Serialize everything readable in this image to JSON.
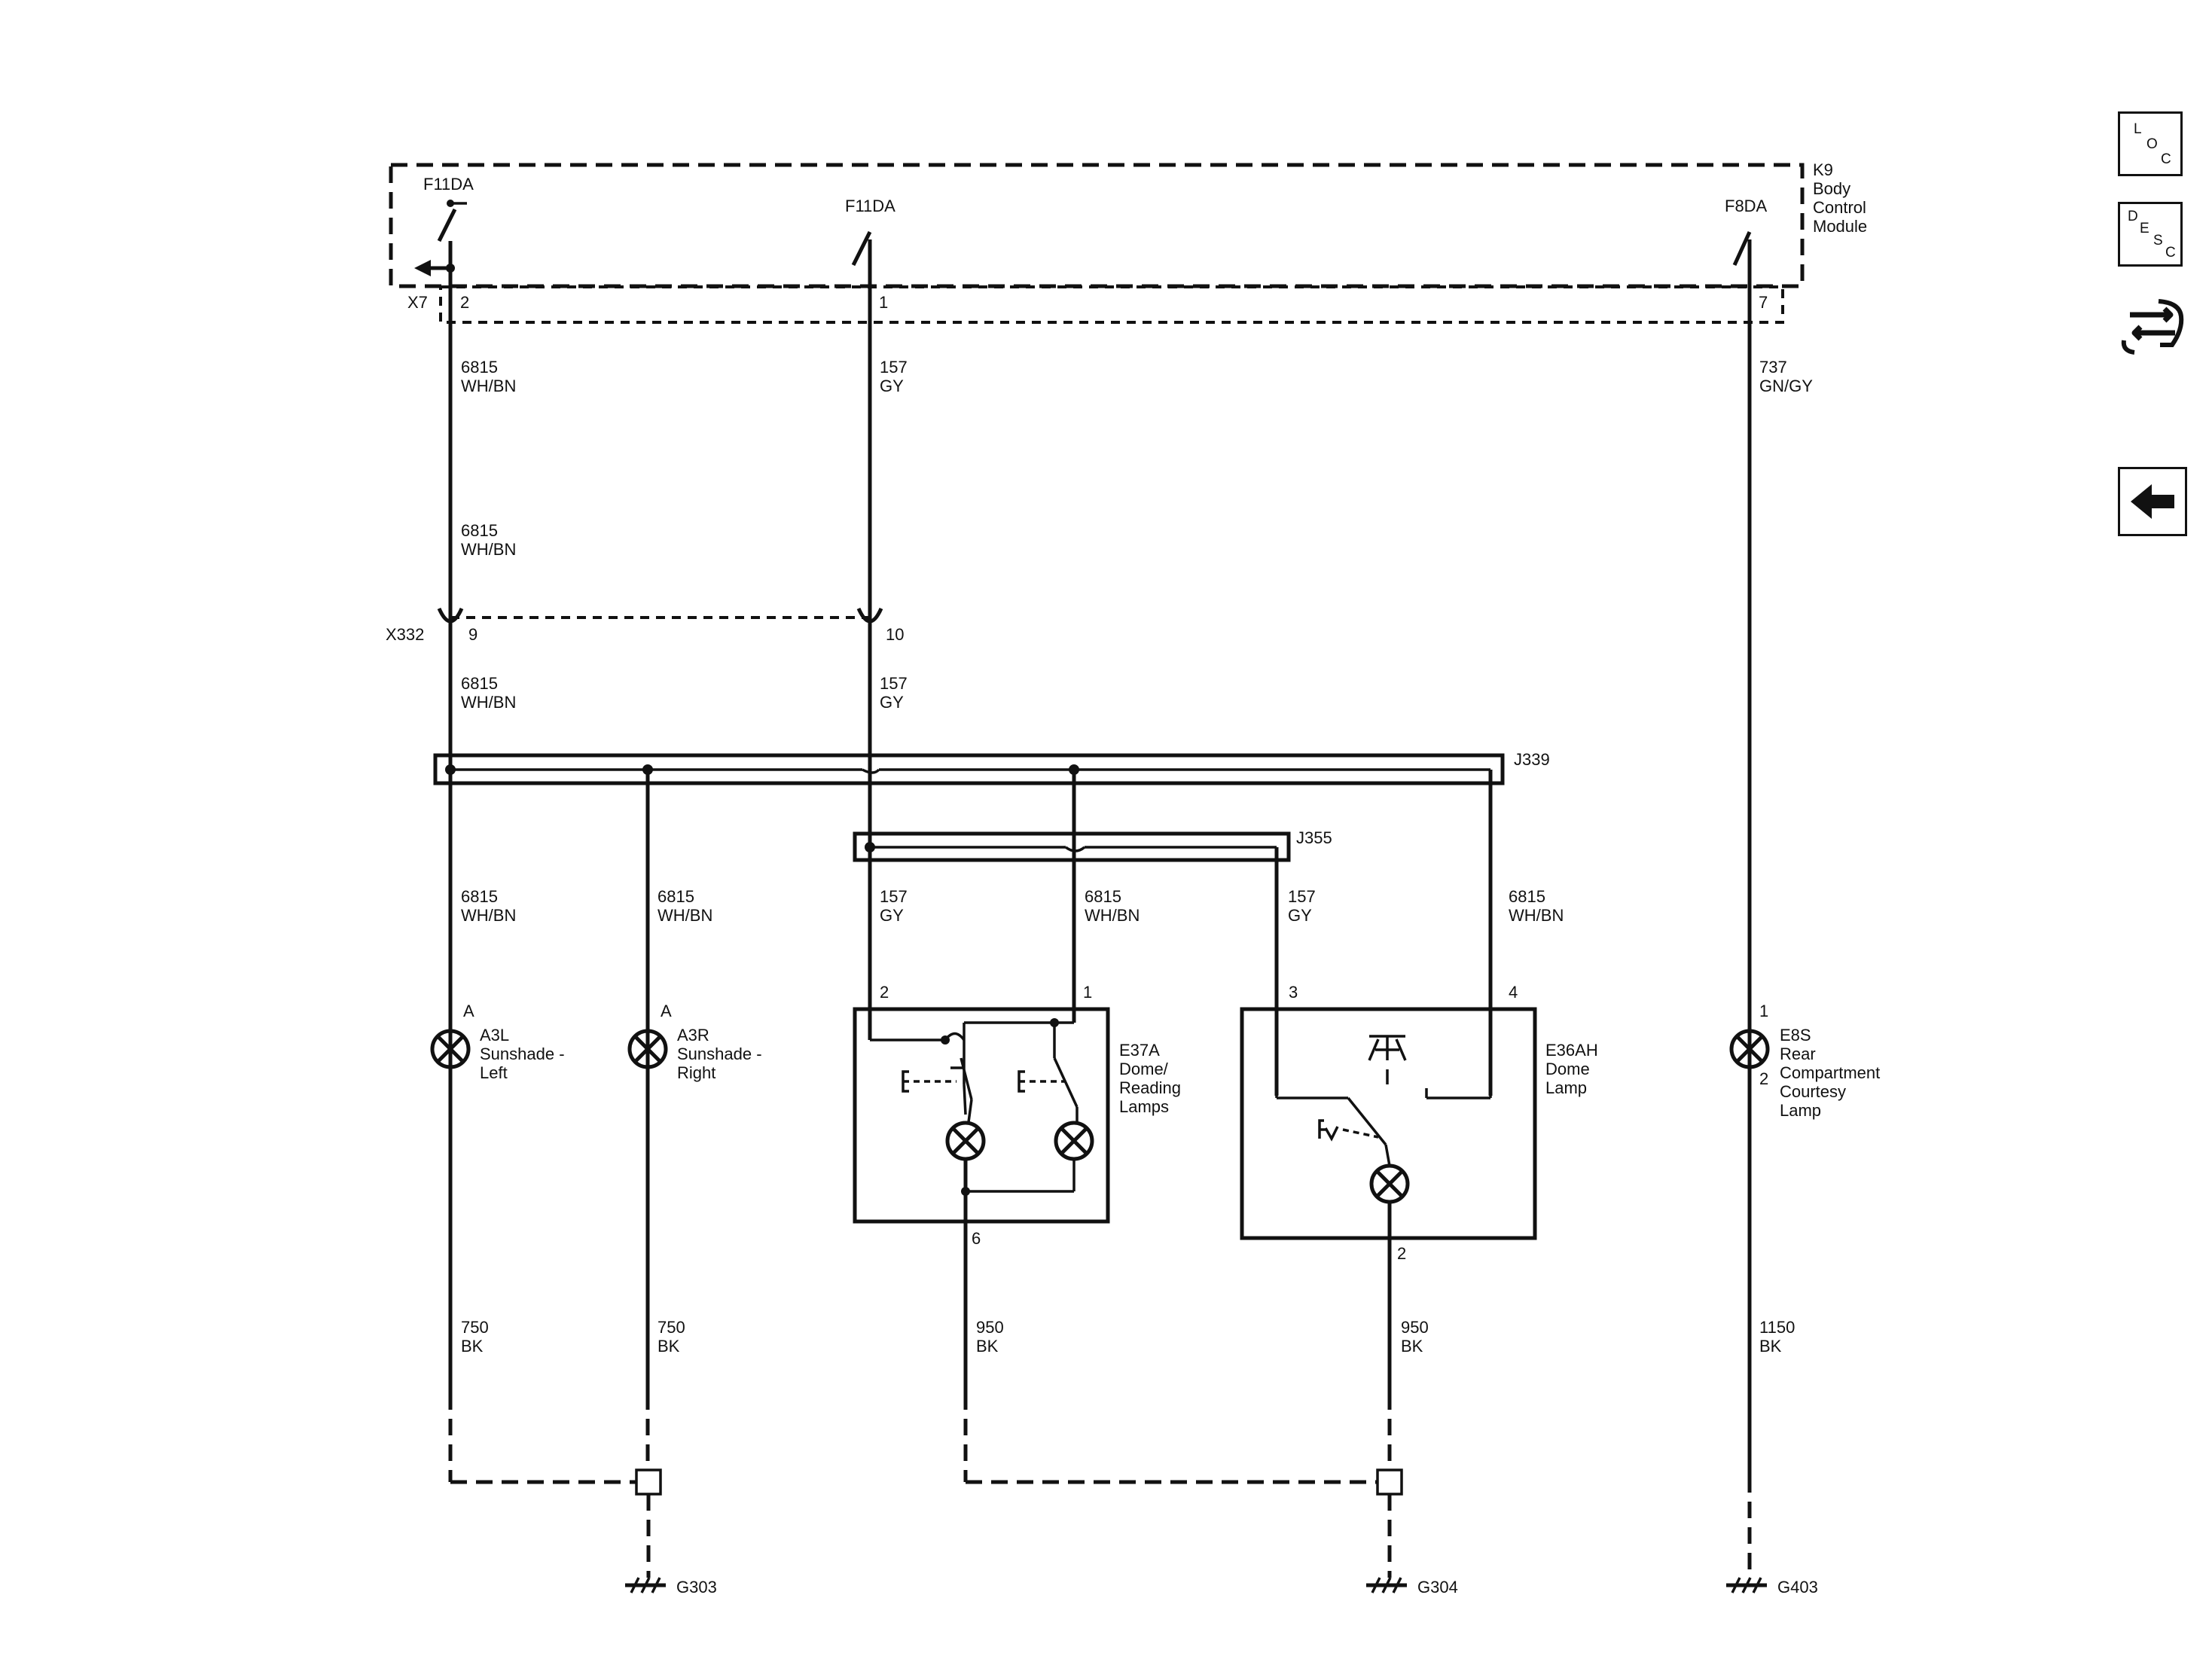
{
  "module": {
    "id": "K9",
    "name_lines": [
      "Body",
      "Control",
      "Module"
    ]
  },
  "fuses": [
    "F11DA",
    "F11DA",
    "F8DA"
  ],
  "connectors": {
    "x7": "X7",
    "x332": "X332"
  },
  "pins": {
    "x7_a": "2",
    "x7_b": "1",
    "x7_c": "7",
    "x332_a": "9",
    "x332_b": "10",
    "e37a_p2": "2",
    "e37a_p1": "1",
    "e37a_p6": "6",
    "e36ah_p3": "3",
    "e36ah_p4": "4",
    "e36ah_p2": "2",
    "a3l_p": "A",
    "a3r_p": "A",
    "e8s_p1": "1",
    "e8s_p2": "2"
  },
  "wires": {
    "w6815": {
      "circuit": "6815",
      "color": "WH/BN"
    },
    "w157": {
      "circuit": "157",
      "color": "GY"
    },
    "w737": {
      "circuit": "737",
      "color": "GN/GY"
    },
    "w750": {
      "circuit": "750",
      "color": "BK"
    },
    "w950": {
      "circuit": "950",
      "color": "BK"
    },
    "w1150": {
      "circuit": "1150",
      "color": "BK"
    }
  },
  "splices": {
    "j339": "J339",
    "j355": "J355"
  },
  "components": {
    "a3l": {
      "id": "A3L",
      "lines": [
        "Sunshade -",
        "Left"
      ]
    },
    "a3r": {
      "id": "A3R",
      "lines": [
        "Sunshade -",
        "Right"
      ]
    },
    "e37a": {
      "id": "E37A",
      "lines": [
        "Dome/",
        "Reading",
        "Lamps"
      ]
    },
    "e36ah": {
      "id": "E36AH",
      "lines": [
        "Dome",
        "Lamp"
      ]
    },
    "e8s": {
      "id": "E8S",
      "lines": [
        "Rear",
        "Compartment",
        "Courtesy",
        "Lamp"
      ]
    }
  },
  "grounds": [
    "G303",
    "G304",
    "G403"
  ],
  "nav": {
    "loc": {
      "letters": [
        "L",
        "O",
        "C"
      ]
    },
    "desc": {
      "letters": [
        "D",
        "E",
        "S",
        "C"
      ]
    },
    "icons": [
      "connector-swap-icon",
      "back-arrow-icon"
    ]
  }
}
